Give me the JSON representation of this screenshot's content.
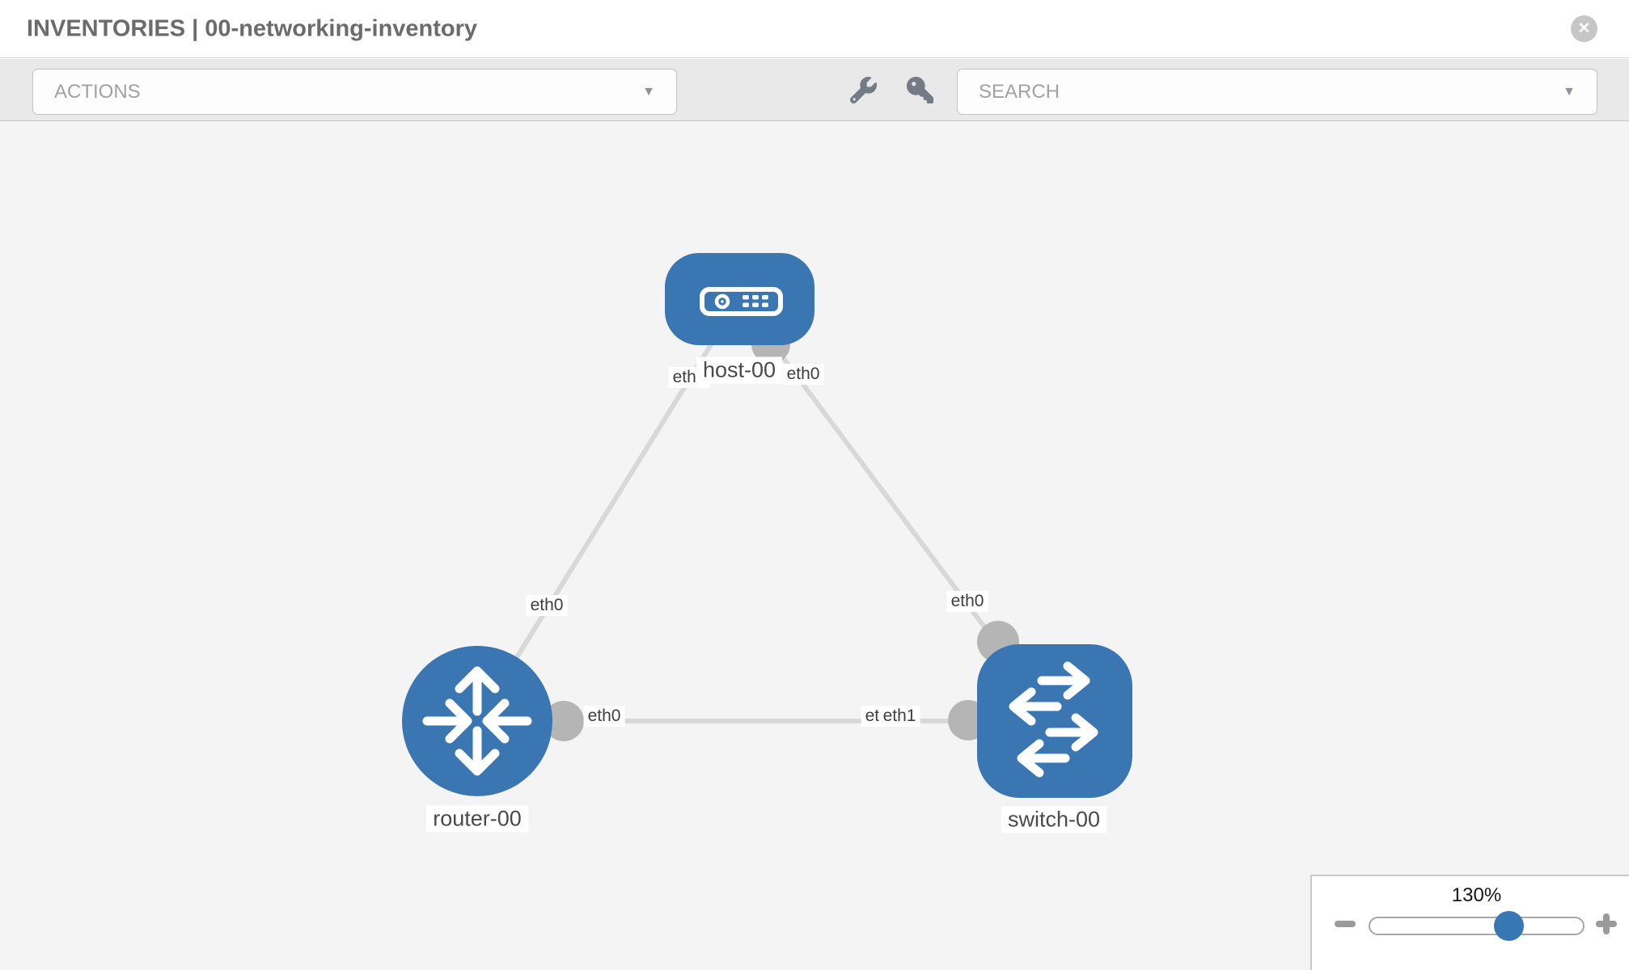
{
  "header": {
    "title": "INVENTORIES | 00-networking-inventory"
  },
  "toolbar": {
    "actions_label": "ACTIONS",
    "search_placeholder": "SEARCH"
  },
  "icons": {
    "close_glyph": "✕",
    "caret_down_glyph": "▼",
    "wrench": "wrench-icon",
    "key": "key-icon",
    "zoom_out": "minus-icon",
    "zoom_in": "plus-icon"
  },
  "colors": {
    "node_blue": "#3a77b2",
    "link_gray": "#d8d8d8",
    "port_gray": "#b5b5b5",
    "canvas_bg": "#f4f4f4",
    "slider_knob_blue": "#3778b4",
    "toolbar_bg": "#e9e9e9"
  },
  "topology": {
    "nodes": [
      {
        "label": "host-00",
        "type": "host"
      },
      {
        "label": "router-00",
        "type": "router"
      },
      {
        "label": "switch-00",
        "type": "switch"
      }
    ],
    "links": [
      {
        "from": "router-00",
        "to": "host-00"
      },
      {
        "from": "host-00",
        "to": "switch-00"
      },
      {
        "from": "router-00",
        "to": "switch-00"
      }
    ],
    "if_labels": {
      "host_end_router_link": "eth0",
      "host_end_switch_link": "eth0",
      "router_link_mid": "eth0",
      "switch_link_mid": "eth0",
      "router_end_switch_link": "eth0",
      "switch_end_overlap_back": "eth0",
      "switch_end_overlap_front": "eth1"
    }
  },
  "zoom_control": {
    "value": "130%"
  }
}
